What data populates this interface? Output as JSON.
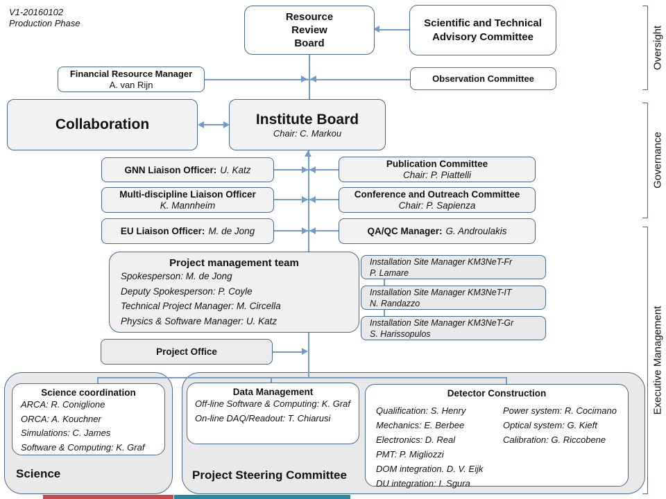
{
  "meta": {
    "version": "V1-20160102",
    "phase": "Production Phase"
  },
  "side_labels": {
    "oversight": "Oversight",
    "governance": "Governance",
    "executive": "Executive Management"
  },
  "oversight": {
    "resource_review_board": {
      "line1": "Resource",
      "line2": "Review",
      "line3": "Board"
    },
    "stac": {
      "title": "Scientific and Technical Advisory Committee"
    },
    "financial_resource_manager": {
      "title": "Financial Resource Manager",
      "name": "A. van Rijn"
    },
    "observation_committee": {
      "title": "Observation Committee"
    }
  },
  "governance": {
    "collaboration": {
      "title": "Collaboration"
    },
    "institute_board": {
      "title": "Institute Board",
      "chair": "Chair: C. Markou"
    },
    "gnn": {
      "label": "GNN Liaison Officer:",
      "name": "U. Katz"
    },
    "multi": {
      "label": "Multi-discipline Liaison Officer",
      "name": "K. Mannheim"
    },
    "eu": {
      "label": "EU Liaison Officer:",
      "name": "M. de Jong"
    },
    "publication": {
      "title": "Publication Committee",
      "chair": "Chair: P. Piattelli"
    },
    "conference": {
      "title": "Conference and Outreach Committee",
      "chair": "Chair: P. Sapienza"
    },
    "qaqc": {
      "label": "QA/QC Manager:",
      "name": "G. Androulakis"
    }
  },
  "executive": {
    "pmt": {
      "title": "Project management team",
      "members": [
        "Spokesperson: M. de Jong",
        "Deputy Spokesperson: P. Coyle",
        "Technical Project Manager: M. Circella",
        "Physics & Software Manager: U. Katz"
      ]
    },
    "site_managers": [
      {
        "line1": "Installation Site Manager KM3NeT-Fr",
        "line2": "P. Lamare"
      },
      {
        "line1": "Installation Site Manager KM3NeT-IT",
        "line2": "N. Randazzo"
      },
      {
        "line1": "Installation Site Manager KM3NeT-Gr",
        "line2": "S. Harissopulos"
      }
    ],
    "project_office": {
      "title": "Project Office"
    },
    "science": {
      "container_label": "Science",
      "coordination": {
        "title": "Science coordination",
        "items": [
          "ARCA: R. Coniglione",
          "ORCA: A. Kouchner",
          "Simulations: C. James",
          "Software & Computing: K. Graf"
        ]
      }
    },
    "psc": {
      "container_label": "Project Steering Committee",
      "data_management": {
        "title": "Data Management",
        "items": [
          "Off-line Software & Computing: K. Graf",
          "On-line DAQ/Readout: T. Chiarusi"
        ]
      },
      "detector_construction": {
        "title": "Detector Construction",
        "col1": [
          "Qualification: S. Henry",
          "Mechanics: E. Berbee",
          "Electronics: D. Real",
          "PMT: P. Migliozzi",
          "DOM integration. D. V. Eijk",
          "DU integration: I. Sgura"
        ],
        "col2": [
          "Power system: R. Cocimano",
          "Optical system: G. Kieft",
          "Calibration: G. Riccobene"
        ]
      }
    }
  },
  "colors": {
    "box_border": "#44688e",
    "connector_line": "#6f9ccb",
    "bar_red": "#bf4e4e",
    "bar_teal": "#31859b"
  }
}
